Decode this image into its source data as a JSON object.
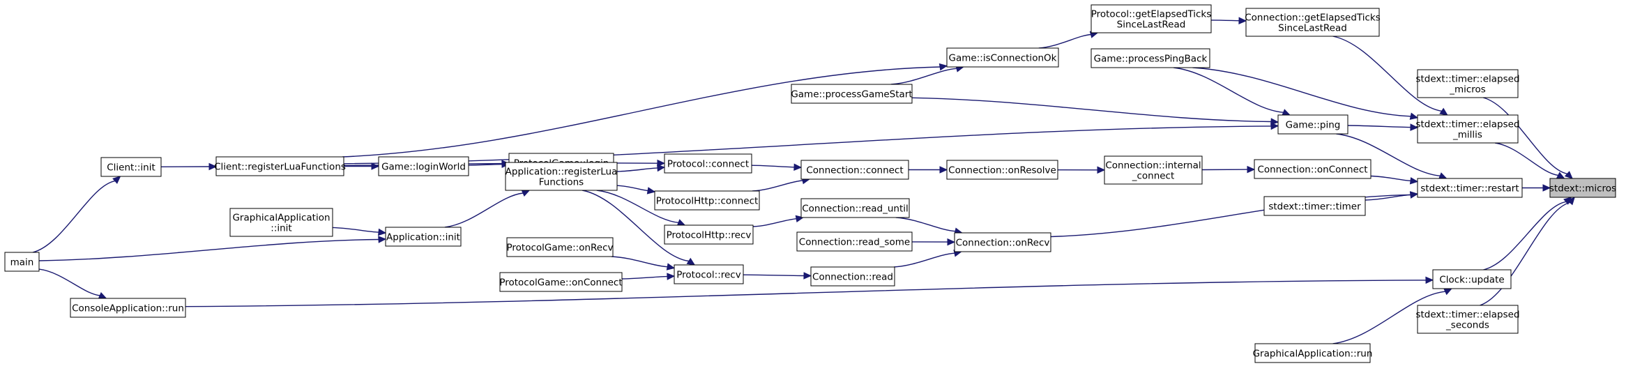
{
  "diagram": {
    "title": "",
    "nodes": [
      {
        "id": "micros",
        "lines": [
          "stdext::micros"
        ],
        "root": true
      },
      {
        "id": "elapsed_micros",
        "lines": [
          "stdext::timer::elapsed",
          "_micros"
        ]
      },
      {
        "id": "elapsed_millis",
        "lines": [
          "stdext::timer::elapsed",
          "_millis"
        ]
      },
      {
        "id": "restart",
        "lines": [
          "stdext::timer::restart"
        ]
      },
      {
        "id": "clock_update",
        "lines": [
          "Clock::update"
        ]
      },
      {
        "id": "elapsed_seconds",
        "lines": [
          "stdext::timer::elapsed",
          "_seconds"
        ]
      },
      {
        "id": "conn_get_elapsed",
        "lines": [
          "Connection::getElapsedTicks",
          "SinceLastRead"
        ]
      },
      {
        "id": "proto_get_elapsed",
        "lines": [
          "Protocol::getElapsedTicks",
          "SinceLastRead"
        ]
      },
      {
        "id": "game_isconnok",
        "lines": [
          "Game::isConnectionOk"
        ]
      },
      {
        "id": "game_processpingback",
        "lines": [
          "Game::processPingBack"
        ]
      },
      {
        "id": "game_processgamestart",
        "lines": [
          "Game::processGameStart"
        ]
      },
      {
        "id": "game_ping",
        "lines": [
          "Game::ping"
        ]
      },
      {
        "id": "conn_onconnect",
        "lines": [
          "Connection::onConnect"
        ]
      },
      {
        "id": "timer_timer",
        "lines": [
          "stdext::timer::timer"
        ]
      },
      {
        "id": "conn_internal_connect",
        "lines": [
          "Connection::internal",
          "_connect"
        ]
      },
      {
        "id": "conn_onresolve",
        "lines": [
          "Connection::onResolve"
        ]
      },
      {
        "id": "conn_connect",
        "lines": [
          "Connection::connect"
        ]
      },
      {
        "id": "conn_read_until",
        "lines": [
          "Connection::read_until"
        ]
      },
      {
        "id": "conn_read_some",
        "lines": [
          "Connection::read_some"
        ]
      },
      {
        "id": "conn_onrecv",
        "lines": [
          "Connection::onRecv"
        ]
      },
      {
        "id": "conn_read",
        "lines": [
          "Connection::read"
        ]
      },
      {
        "id": "proto_connect",
        "lines": [
          "Protocol::connect"
        ]
      },
      {
        "id": "protohttp_connect",
        "lines": [
          "ProtocolHttp::connect"
        ]
      },
      {
        "id": "protohttp_recv",
        "lines": [
          "ProtocolHttp::recv"
        ]
      },
      {
        "id": "proto_recv",
        "lines": [
          "Protocol::recv"
        ]
      },
      {
        "id": "protogame_login",
        "lines": [
          "ProtocolGame::login"
        ]
      },
      {
        "id": "app_registerlua",
        "lines": [
          "Application::registerLua",
          "Functions"
        ]
      },
      {
        "id": "protogame_onrecv",
        "lines": [
          "ProtocolGame::onRecv"
        ]
      },
      {
        "id": "protogame_onconnect",
        "lines": [
          "ProtocolGame::onConnect"
        ]
      },
      {
        "id": "game_loginworld",
        "lines": [
          "Game::loginWorld"
        ]
      },
      {
        "id": "client_registerlua",
        "lines": [
          "Client::registerLuaFunctions"
        ]
      },
      {
        "id": "app_init",
        "lines": [
          "Application::init"
        ]
      },
      {
        "id": "gfxapp_init",
        "lines": [
          "GraphicalApplication",
          "::init"
        ]
      },
      {
        "id": "client_init",
        "lines": [
          "Client::init"
        ]
      },
      {
        "id": "main",
        "lines": [
          "main"
        ]
      },
      {
        "id": "consoleapp_run",
        "lines": [
          "ConsoleApplication::run"
        ]
      },
      {
        "id": "gfxapp_run",
        "lines": [
          "GraphicalApplication::run"
        ]
      }
    ],
    "edges": [
      [
        "elapsed_micros",
        "micros"
      ],
      [
        "elapsed_millis",
        "micros"
      ],
      [
        "restart",
        "micros"
      ],
      [
        "clock_update",
        "micros"
      ],
      [
        "elapsed_seconds",
        "micros"
      ],
      [
        "conn_get_elapsed",
        "elapsed_millis"
      ],
      [
        "proto_get_elapsed",
        "conn_get_elapsed"
      ],
      [
        "game_isconnok",
        "proto_get_elapsed"
      ],
      [
        "game_processgamestart",
        "game_isconnok"
      ],
      [
        "client_registerlua",
        "game_isconnok"
      ],
      [
        "game_processpingback",
        "elapsed_millis"
      ],
      [
        "game_ping",
        "elapsed_millis"
      ],
      [
        "game_processpingback",
        "game_ping"
      ],
      [
        "game_processgamestart",
        "game_ping"
      ],
      [
        "client_registerlua",
        "game_ping"
      ],
      [
        "game_ping",
        "restart"
      ],
      [
        "conn_onconnect",
        "restart"
      ],
      [
        "timer_timer",
        "restart"
      ],
      [
        "conn_onrecv",
        "restart"
      ],
      [
        "conn_internal_connect",
        "conn_onconnect"
      ],
      [
        "conn_onresolve",
        "conn_internal_connect"
      ],
      [
        "conn_connect",
        "conn_onresolve"
      ],
      [
        "proto_connect",
        "conn_connect"
      ],
      [
        "protohttp_connect",
        "conn_connect"
      ],
      [
        "conn_read_until",
        "conn_onrecv"
      ],
      [
        "conn_read_some",
        "conn_onrecv"
      ],
      [
        "conn_read",
        "conn_onrecv"
      ],
      [
        "protohttp_recv",
        "conn_read_until"
      ],
      [
        "proto_recv",
        "conn_read"
      ],
      [
        "protogame_login",
        "proto_connect"
      ],
      [
        "app_registerlua",
        "proto_connect"
      ],
      [
        "app_registerlua",
        "protohttp_connect"
      ],
      [
        "app_registerlua",
        "protohttp_recv"
      ],
      [
        "app_registerlua",
        "proto_recv"
      ],
      [
        "protogame_onrecv",
        "proto_recv"
      ],
      [
        "protogame_onconnect",
        "proto_recv"
      ],
      [
        "game_loginworld",
        "protogame_login"
      ],
      [
        "client_registerlua",
        "protogame_login"
      ],
      [
        "client_registerlua",
        "game_loginworld"
      ],
      [
        "app_init",
        "app_registerlua"
      ],
      [
        "gfxapp_init",
        "app_init"
      ],
      [
        "main",
        "app_init"
      ],
      [
        "client_init",
        "client_registerlua"
      ],
      [
        "main",
        "client_init"
      ],
      [
        "main",
        "consoleapp_run"
      ],
      [
        "consoleapp_run",
        "clock_update"
      ],
      [
        "gfxapp_run",
        "clock_update"
      ]
    ]
  }
}
